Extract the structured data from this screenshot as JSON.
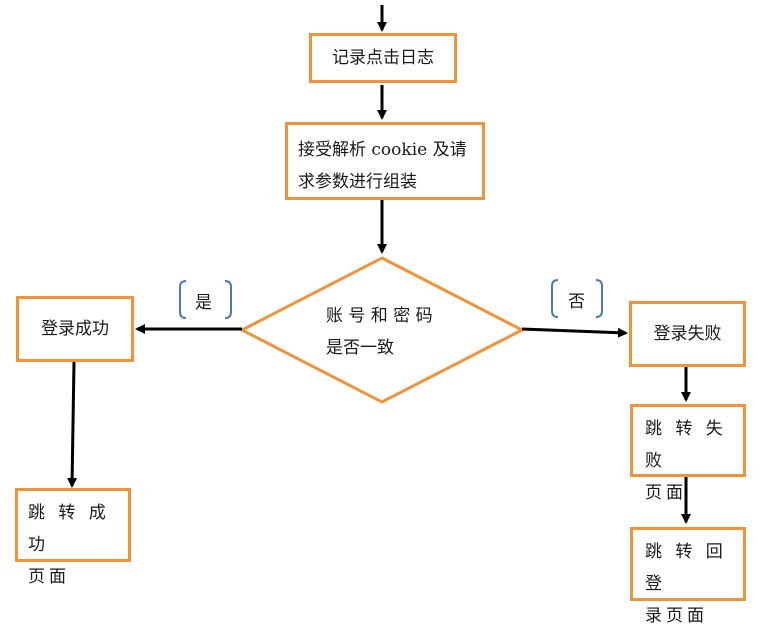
{
  "nodes": {
    "log": "记录点击日志",
    "parse": [
      "接受解析 cookie 及请",
      "求参数进行组装"
    ],
    "decision": [
      "账 号 和 密 码",
      "是否一致"
    ],
    "success": "登录成功",
    "success_redirect": [
      "跳 转 成 功",
      "页面"
    ],
    "fail": "登录失败",
    "fail_redirect": [
      "跳 转 失 败",
      "页面"
    ],
    "back_login": [
      "跳 转 回 登",
      "录页面"
    ]
  },
  "branches": {
    "yes": "是",
    "no": "否"
  },
  "colors": {
    "box_border": "#f0933a",
    "bracket": "#4a7ab8",
    "arrow": "#000000"
  }
}
